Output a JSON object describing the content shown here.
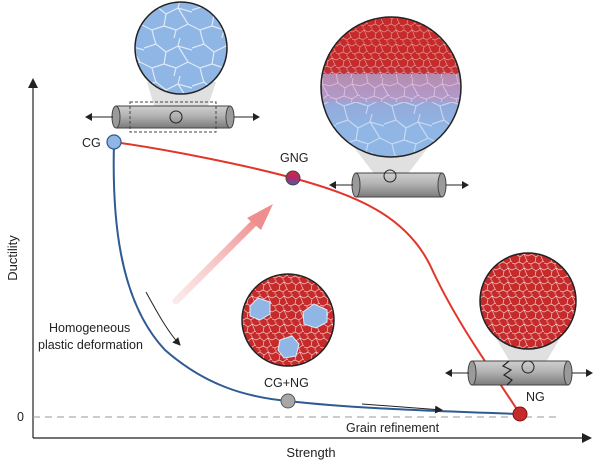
{
  "axes": {
    "x_title": "Strength",
    "y_title": "Ductility",
    "y_zero_label": "0"
  },
  "points": {
    "cg": "CG",
    "gng": "GNG",
    "cg_ng": "CG+NG",
    "ng": "NG"
  },
  "annotations": {
    "homogeneous_line1": "Homogeneous",
    "homogeneous_line2": "plastic deformation",
    "grain_refinement": "Grain refinement"
  },
  "colors": {
    "red_curve": "#e2362a",
    "blue_curve": "#2f5a93",
    "coarse_grain_fill": "#8fb6e4",
    "nano_grain_fill": "#c62a2a",
    "gray_marker": "#a7a7a7",
    "arrow_pink": "#f2a2a2"
  }
}
